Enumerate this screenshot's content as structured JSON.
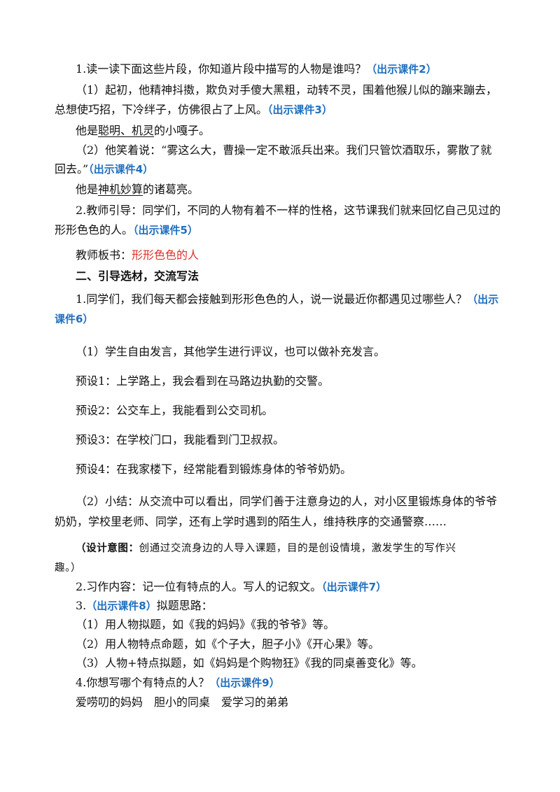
{
  "p1": {
    "text": "1.读一读下面这些片段，你知道片段中描写的人物是谁吗？",
    "tag": "（出示课件2）"
  },
  "p2a": "（1）起初，他精神抖擞，欺负对手傻大黑粗，动转不灵，围着他猴儿似的蹦来蹦去，",
  "p2b": {
    "text": "总想使巧招，下冷绊子，仿佛很占了上风。",
    "tag": "（出示课件3）"
  },
  "p3": {
    "pre": "他是",
    "u": "聪明、机灵",
    "post": "的小嘎子。"
  },
  "p4a": "（2）他笑着说：“雾这么大，曹操一定不敢派兵出来。我们只管饮酒取乐，雾散了就",
  "p4b": {
    "text": "回去。”",
    "tag": "（出示课件4）"
  },
  "p5": {
    "pre": "他是",
    "u": "神机妙算",
    "post": "的诸葛亮。"
  },
  "p6a": "2.教师引导：同学们，不同的人物有着不一样的性格，这节课我们就来回忆自己见过的",
  "p6b": {
    "text": "形形色色的人。",
    "tag": "（出示课件5）"
  },
  "p7": {
    "label": "教师板书：",
    "value": "形形色色的人"
  },
  "h2": "二、引导选材，交流写法",
  "p8a": {
    "text": "1.同学们，我们每天都会接触到形形色色的人，说一说最近你都遇见过哪些人？",
    "tag": "（出示"
  },
  "p8b": "课件6）",
  "p9": "（1）学生自由发言，其他学生进行评议，也可以做补充发言。",
  "p10": "预设1：上学路上，我会看到在马路边执勤的交警。",
  "p11": "预设2：公交车上，我能看到公交司机。",
  "p12": "预设3：在学校门口，我能看到门卫叔叔。",
  "p13": "预设4：在我家楼下，经常能看到锻炼身体的爷爷奶奶。",
  "p14a": "（2）小结：从交流中可以看出，同学们善于注意身边的人，对小区里锻炼身体的爷爷",
  "p14b": "奶奶，学校里老师、同学，还有上学时遇到的陌生人，维持秩序的交通警察……",
  "p15a": {
    "label": "（设计意图：",
    "text": "创通过交流身边的人导入课题，目的是创设情境，激发学生的写作兴"
  },
  "p15b": "趣。）",
  "p16": {
    "text": "2.习作内容：记一位有特点的人。写人的记叙文。",
    "tag": "（出示课件7）"
  },
  "p17": {
    "pre": "3.",
    "tag": "（出示课件8）",
    "post": "拟题思路："
  },
  "p18": "（1）用人物拟题，如《我的妈妈》《我的爷爷》等。",
  "p19": "（2）用人物特点命题，如《个子大，胆子小》《开心果》等。",
  "p20": "（3）人物+特点拟题，如《妈妈是个购物狂》《我的同桌善变化》等。",
  "p21": {
    "text": "4.你想写哪个有特点的人？",
    "tag": "（出示课件9）"
  },
  "p22": "爱唠叨的妈妈　胆小的同桌　爱学习的弟弟",
  "colors": {
    "tag": "#1f6fbf",
    "highlight": "#e0302a"
  }
}
